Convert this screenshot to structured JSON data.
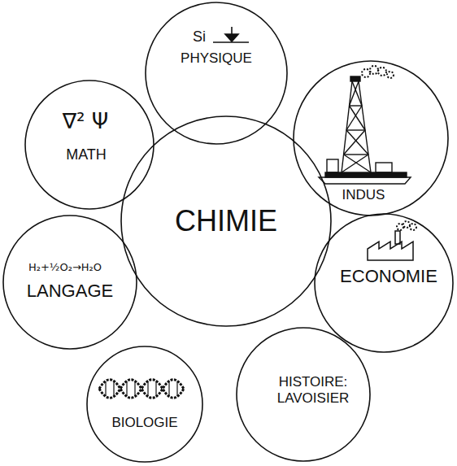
{
  "diagram": {
    "nodes": [
      {
        "text": [
          "CHIMIE"
        ]
      },
      {
        "text": [
          "Si",
          "PHYSIQUE"
        ]
      },
      {
        "text": [
          "INDUS"
        ]
      },
      {
        "text": [
          "ECONOMIE"
        ]
      },
      {
        "text": [
          "HISTOIRE: LAVOISIER"
        ]
      },
      {
        "text": [
          "BIOLOGIE"
        ]
      },
      {
        "text": [
          "H₂+½O₂→H₂O",
          "LANGAGE"
        ]
      },
      {
        "text": [
          "∇² Ψ",
          "MATH"
        ]
      }
    ]
  }
}
